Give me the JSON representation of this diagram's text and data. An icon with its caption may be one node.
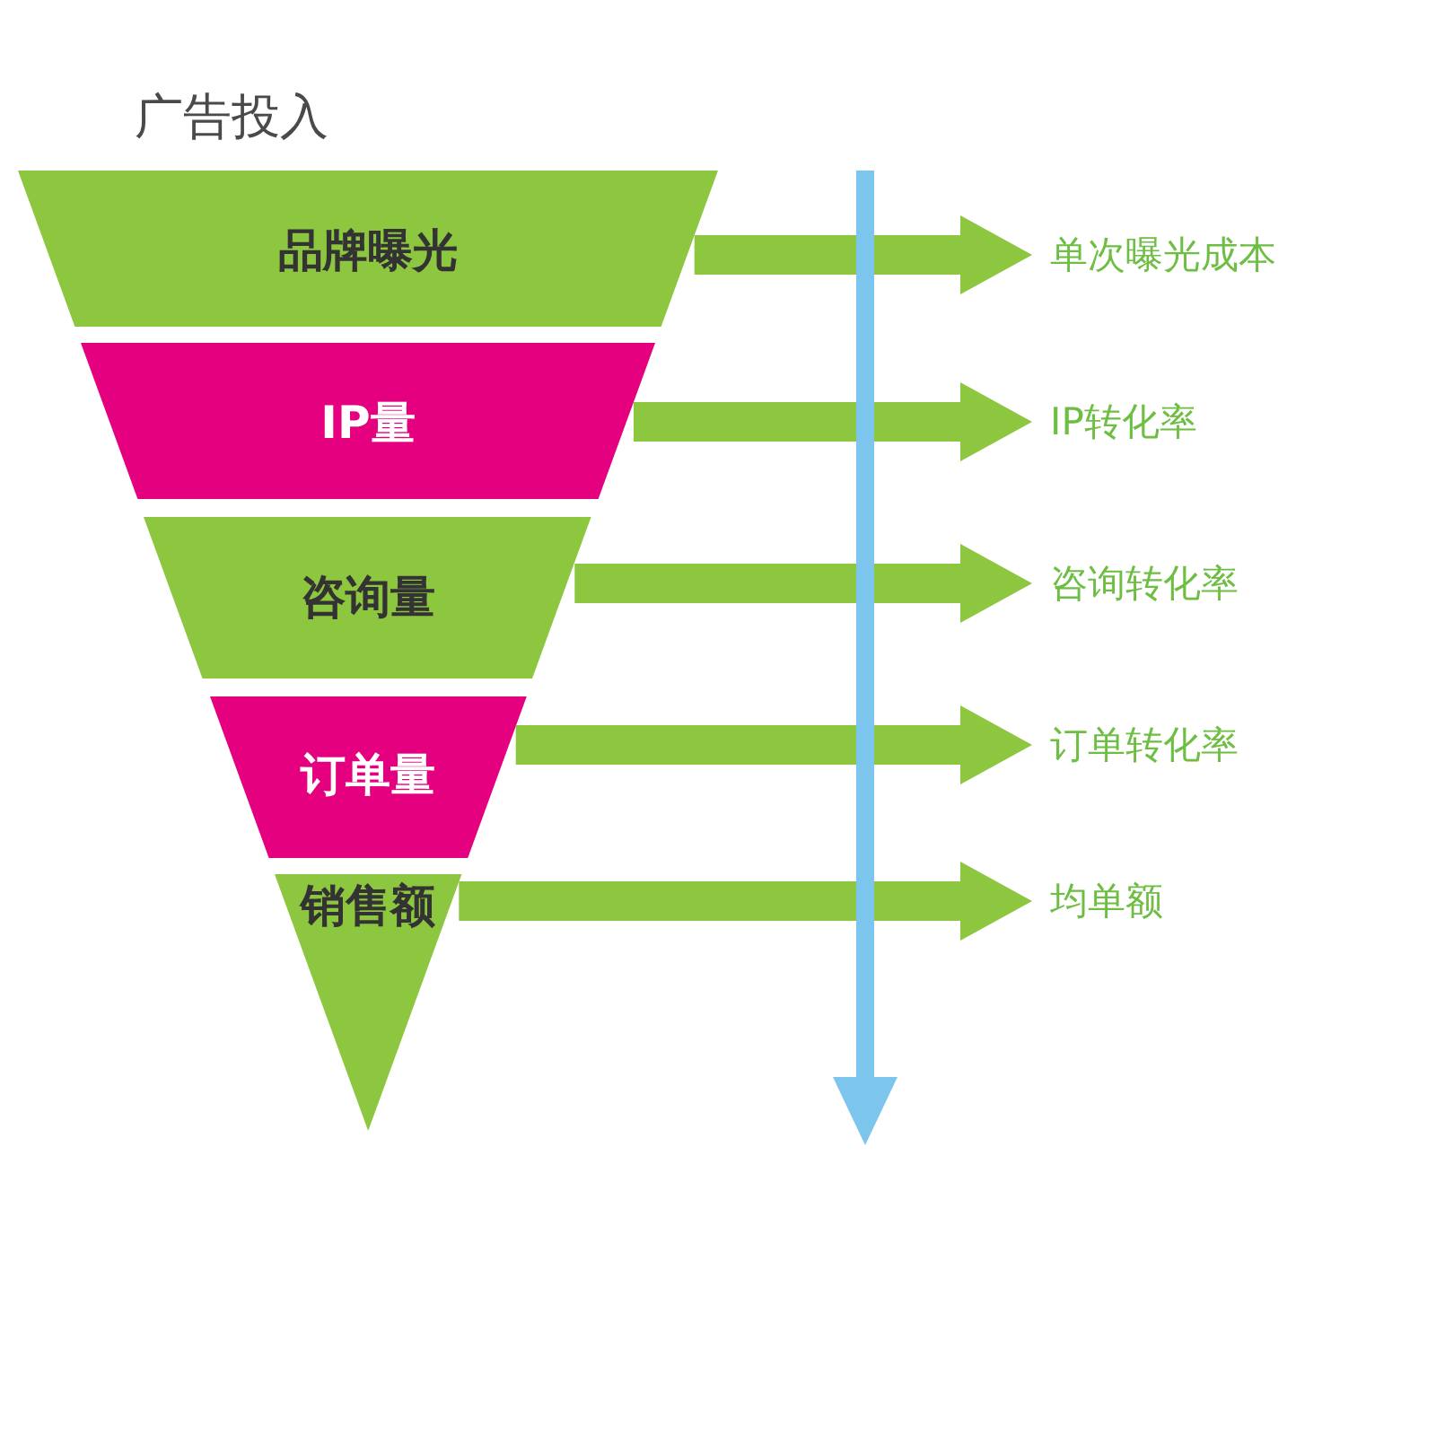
{
  "diagram": {
    "title": "广告投入",
    "nodes": [
      {
        "text": [
          "品牌曝光"
        ]
      },
      {
        "text": [
          "IP量"
        ]
      },
      {
        "text": [
          "咨询量"
        ]
      },
      {
        "text": [
          "订单量"
        ]
      },
      {
        "text": [
          "销售额"
        ]
      },
      {
        "text": [
          "单次曝光成本"
        ]
      },
      {
        "text": [
          "IP转化率"
        ]
      },
      {
        "text": [
          "咨询转化率"
        ]
      },
      {
        "text": [
          "订单转化率"
        ]
      },
      {
        "text": [
          "均单额"
        ]
      }
    ],
    "edges": [
      {
        "from": 0,
        "to": 5,
        "arrow": "to"
      },
      {
        "from": 1,
        "to": 6,
        "arrow": "to"
      },
      {
        "from": 2,
        "to": 7,
        "arrow": "to"
      },
      {
        "from": 3,
        "to": 8,
        "arrow": "to"
      },
      {
        "from": 4,
        "to": 9,
        "arrow": "to"
      }
    ]
  }
}
